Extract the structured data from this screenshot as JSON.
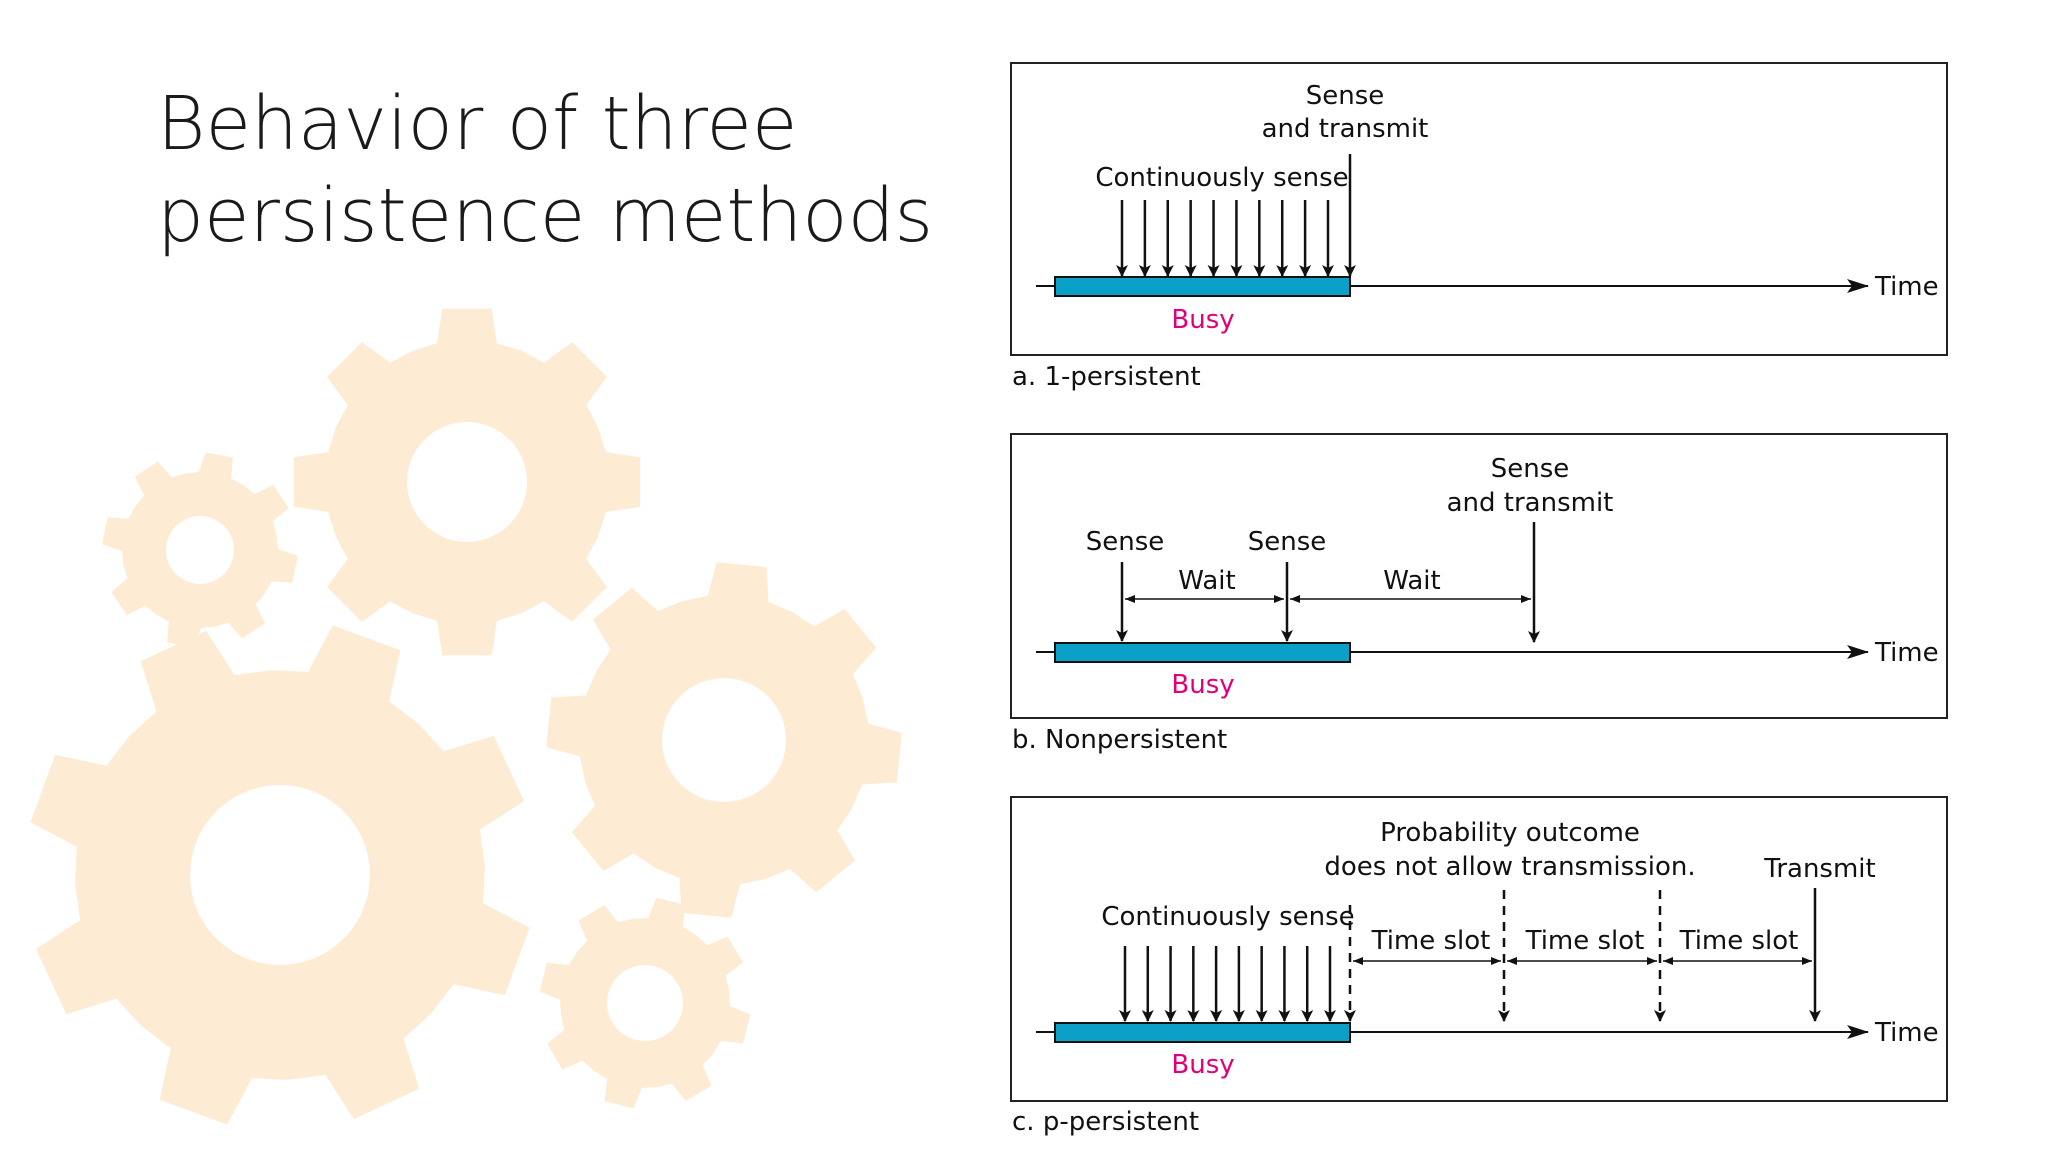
{
  "title": {
    "line1": "Behavior of three",
    "line2": "persistence methods"
  },
  "colors": {
    "busy_bar": "#0ba0c8",
    "busy_text": "#e0007a",
    "gear": "#fdebd3",
    "frame": "#222222"
  },
  "common": {
    "time": "Time",
    "busy": "Busy"
  },
  "panel_a": {
    "caption": "a. 1-persistent",
    "sense_transmit_1": "Sense",
    "sense_transmit_2": "and transmit",
    "continuously": "Continuously sense"
  },
  "panel_b": {
    "caption": "b. Nonpersistent",
    "sense1": "Sense",
    "sense2": "Sense",
    "wait1": "Wait",
    "wait2": "Wait",
    "sense_transmit_1": "Sense",
    "sense_transmit_2": "and transmit"
  },
  "panel_c": {
    "caption": "c. p-persistent",
    "prob_1": "Probability outcome",
    "prob_2": "does not allow transmission.",
    "transmit": "Transmit",
    "continuously": "Continuously sense",
    "slots": [
      "Time slot",
      "Time slot",
      "Time slot"
    ]
  }
}
